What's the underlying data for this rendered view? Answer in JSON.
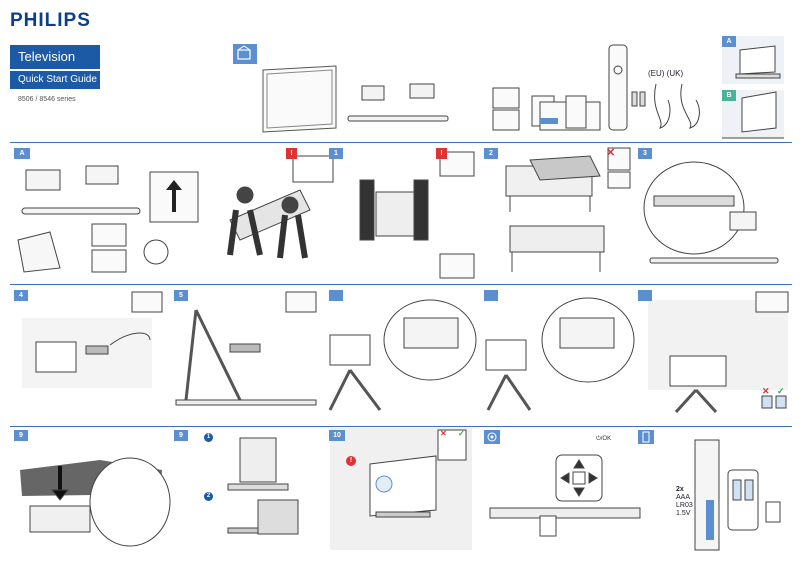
{
  "cover": {
    "brand": "PHILIPS",
    "title": "Television",
    "subtitle": "Quick Start Guide",
    "series": "8506 / 8546 series"
  },
  "accessories": {
    "plug_label": "(EU) (UK)"
  },
  "variants": [
    "A",
    "B"
  ],
  "steps": {
    "row1": [
      "A",
      "1",
      "2",
      "3"
    ],
    "row2": [
      "4",
      "5",
      "6",
      "7",
      "8"
    ],
    "row3": [
      "9",
      "9",
      "10"
    ]
  },
  "step9_sub": [
    "1",
    "2"
  ],
  "joystick": {
    "ok_label": "⏻/OK"
  },
  "battery": {
    "qty": "2x",
    "type": "AAA",
    "code": "LR03",
    "voltage": "1.5V"
  },
  "status": {
    "forbidden": "✕",
    "allowed": "✓"
  },
  "colors": {
    "accent": "#5b8fd0",
    "brand": "#0b3f8c",
    "warning": "#dd3333",
    "ok": "#2aa84a"
  }
}
